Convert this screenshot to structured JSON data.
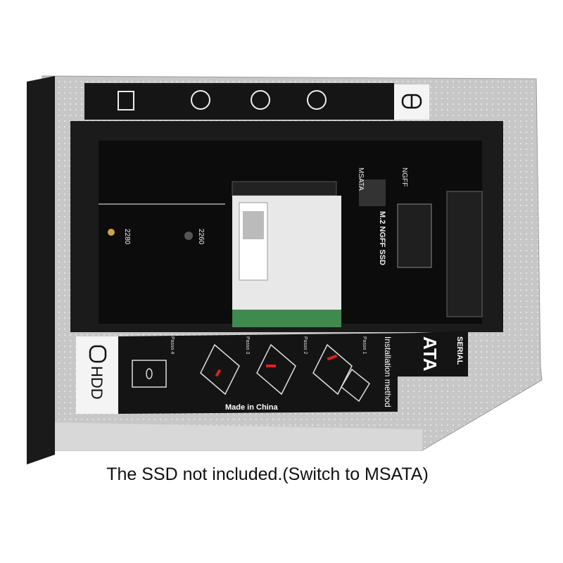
{
  "product": {
    "top_label_icon": "hdd-drive-icon",
    "board_labels": {
      "length_2280": "2280",
      "length_2260": "2260",
      "m2_slot": "M.2  NGFF SSD",
      "msata": "MSATA",
      "ngff": "NGFF"
    },
    "bottom_label": {
      "hdd": "HDD",
      "steps": [
        "Passo 1",
        "Passo 2",
        "Passo 3",
        "Passo 4"
      ],
      "installation": "Installation method",
      "made_in": "Made in China",
      "serial": "SERIAL",
      "ata": "ATA"
    },
    "colors": {
      "caddy": "#c9c9c9",
      "label": "#141414",
      "pcb": "#0e0e0e",
      "ssd": "#3f8a4e",
      "accent": "#e02020"
    }
  },
  "caption": "The SSD not included.(Switch to MSATA)"
}
